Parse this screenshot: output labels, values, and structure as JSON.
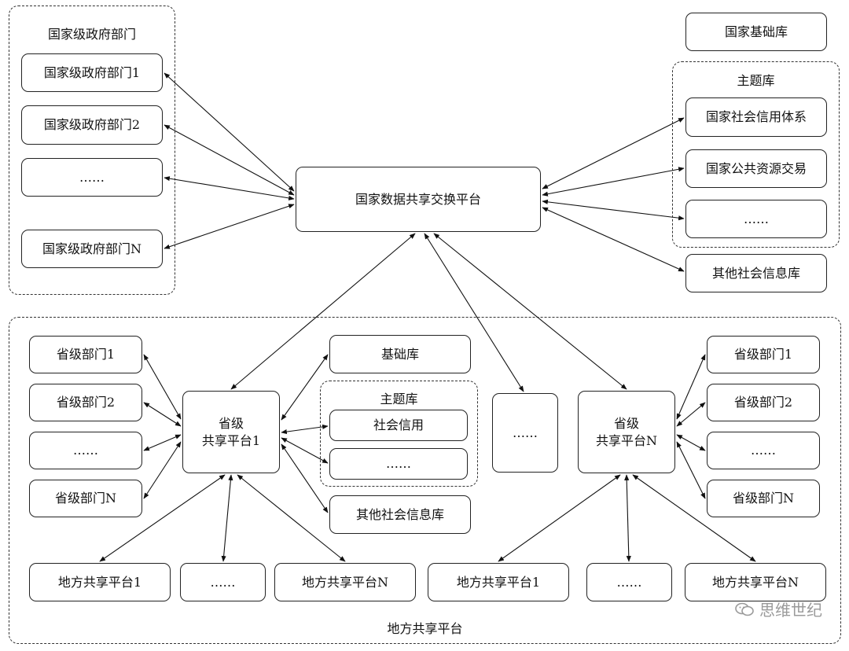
{
  "national_gov": {
    "group_title": "国家级政府部门",
    "items": [
      "国家级政府部门1",
      "国家级政府部门2",
      "……",
      "国家级政府部门N"
    ]
  },
  "national_base_lib": "国家基础库",
  "theme_lib": {
    "title": "主题库",
    "items": [
      "国家社会信用体系",
      "国家公共资源交易",
      "……"
    ]
  },
  "other_social_lib": "其他社会信息库",
  "national_platform": "国家数据共享交换平台",
  "provincial_left": {
    "depts": [
      "省级部门1",
      "省级部门2",
      "……",
      "省级部门N"
    ],
    "platform_line1": "省级",
    "platform_line2": "共享平台1",
    "base_lib": "基础库",
    "theme_title": "主题库",
    "theme_items": [
      "社会信用",
      "……"
    ],
    "other_lib": "其他社会信息库"
  },
  "provincial_middle": "……",
  "provincial_right": {
    "platform_line1": "省级",
    "platform_line2": "共享平台N",
    "depts": [
      "省级部门1",
      "省级部门2",
      "……",
      "省级部门N"
    ]
  },
  "local_platforms": {
    "left": [
      "地方共享平台1",
      "……",
      "地方共享平台N"
    ],
    "right": [
      "地方共享平台1",
      "……",
      "地方共享平台N"
    ]
  },
  "bottom_group_title": "地方共享平台",
  "watermark": "思维世纪"
}
